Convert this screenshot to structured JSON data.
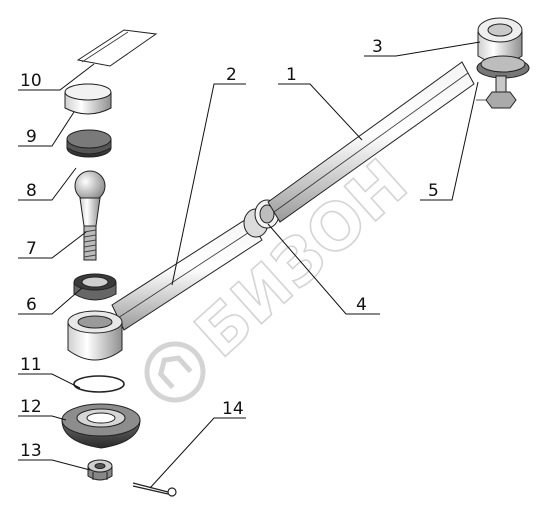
{
  "diagram": {
    "watermark": "БИЗОН",
    "callouts": [
      {
        "id": "c1",
        "label": "1"
      },
      {
        "id": "c2",
        "label": "2"
      },
      {
        "id": "c3",
        "label": "3"
      },
      {
        "id": "c4",
        "label": "4"
      },
      {
        "id": "c5",
        "label": "5"
      },
      {
        "id": "c6",
        "label": "6"
      },
      {
        "id": "c7",
        "label": "7"
      },
      {
        "id": "c8",
        "label": "8"
      },
      {
        "id": "c9",
        "label": "9"
      },
      {
        "id": "c10",
        "label": "10"
      },
      {
        "id": "c11",
        "label": "11"
      },
      {
        "id": "c12",
        "label": "12"
      },
      {
        "id": "c13",
        "label": "13"
      },
      {
        "id": "c14",
        "label": "14"
      }
    ]
  }
}
